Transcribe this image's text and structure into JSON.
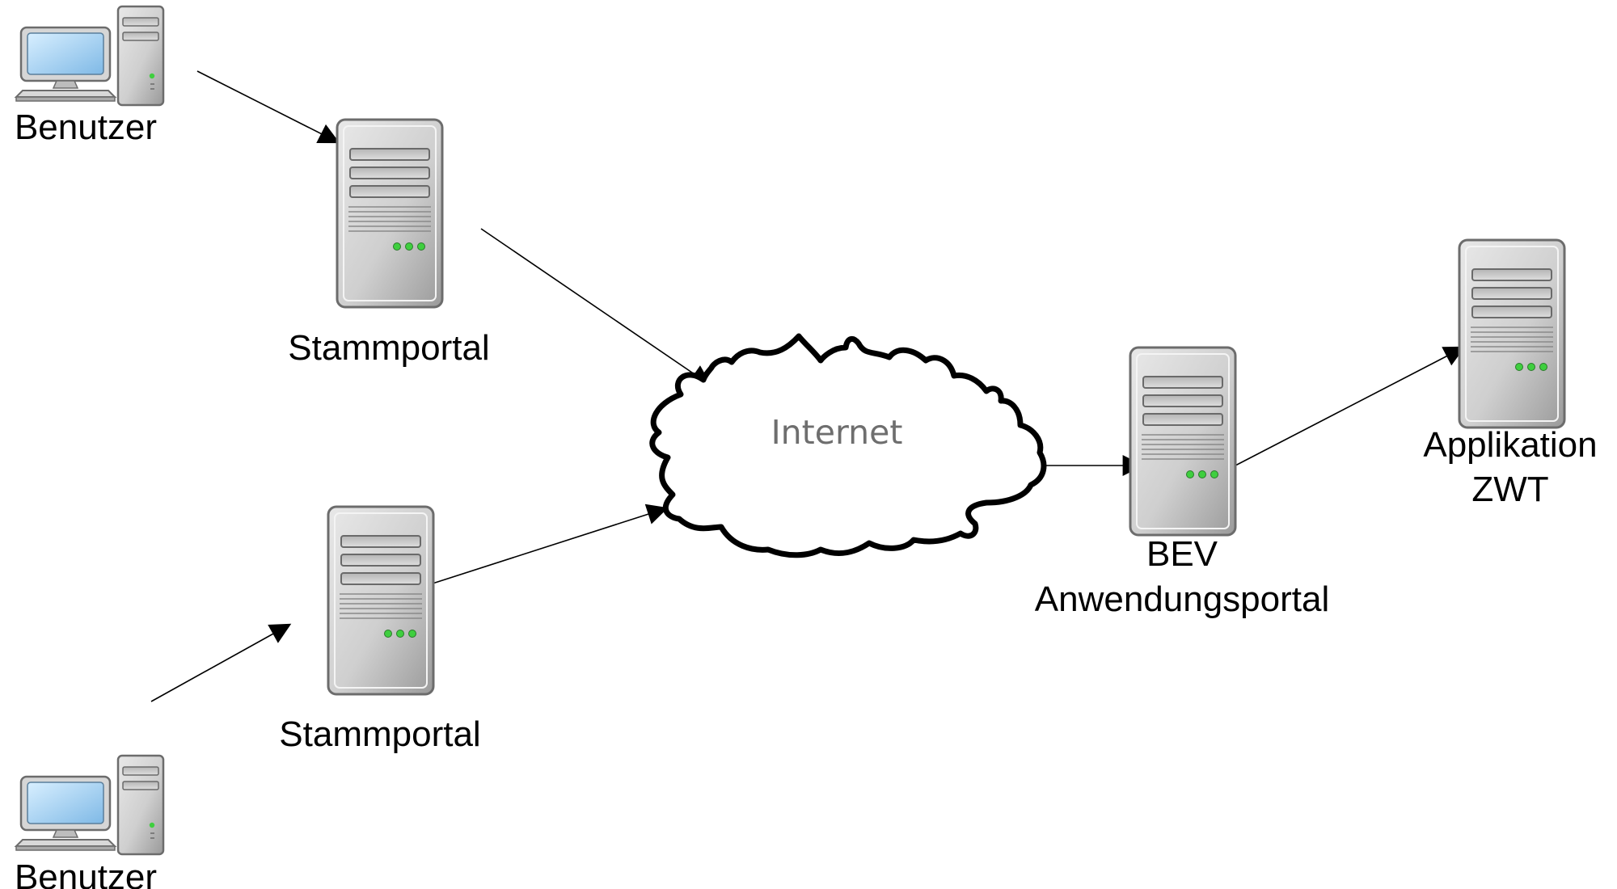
{
  "nodes": {
    "user_top": {
      "label": "Benutzer",
      "icon": "desktop-computer-icon"
    },
    "stammportal_top": {
      "label": "Stammportal",
      "icon": "server-icon"
    },
    "stammportal_bottom": {
      "label": "Stammportal",
      "icon": "server-icon"
    },
    "user_bottom": {
      "label": "Benutzer",
      "icon": "desktop-computer-icon"
    },
    "internet": {
      "label": "Internet",
      "icon": "cloud-icon"
    },
    "bev": {
      "label_line1": "BEV",
      "label_line2": "Anwendungsportal",
      "icon": "server-icon"
    },
    "zwt": {
      "label_line1": "Applikation",
      "label_line2": "ZWT",
      "icon": "server-icon"
    }
  },
  "colors": {
    "line": "#000000",
    "server_body": "#c9c9c9",
    "led": "#3fcf3f",
    "screen": "#9ed0f0"
  }
}
